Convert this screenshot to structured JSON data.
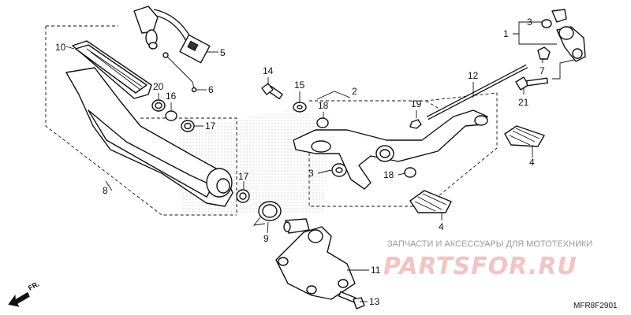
{
  "callouts": {
    "c1": "1",
    "c2": "2",
    "c3a": "3",
    "c3b": "3",
    "c4a": "4",
    "c4b": "4",
    "c5": "5",
    "c6": "6",
    "c7": "7",
    "c8": "8",
    "c9": "9",
    "c10": "10",
    "c11": "11",
    "c12": "12",
    "c13": "13",
    "c14": "14",
    "c15": "15",
    "c16": "16",
    "c17a": "17",
    "c17b": "17",
    "c18a": "18",
    "c18b": "18",
    "c19": "19",
    "c20": "20",
    "c21": "21"
  },
  "watermark": {
    "tagline": "ЗАПЧАСТИ И АКСЕССУАРЫ ДЛЯ МОТОТЕХНИКИ",
    "brand": "PARTSFOR.RU"
  },
  "diagram_code": "MFR8F2901",
  "direction_label": "FR.",
  "colors": {
    "line": "#111111",
    "watermark_brand": "#f2c4c4",
    "watermark_text": "#9a9a9a",
    "hatch": "#c8c8c8"
  }
}
